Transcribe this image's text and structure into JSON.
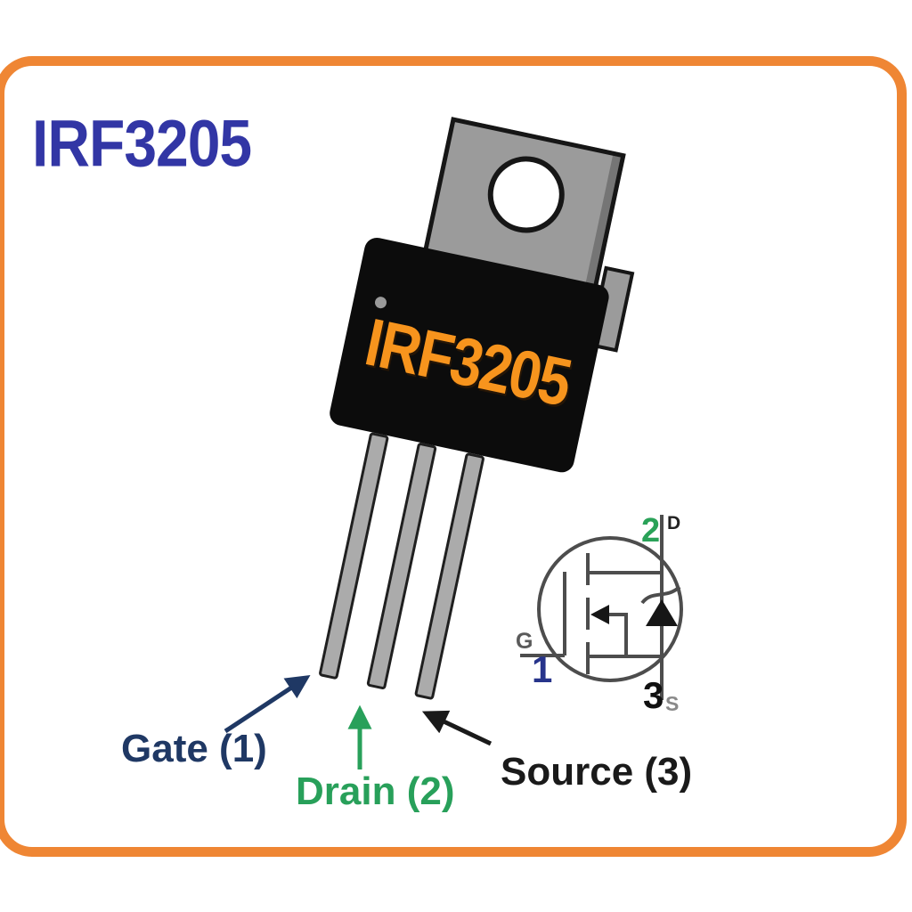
{
  "title": {
    "text": "IRF3205"
  },
  "package": {
    "marking": "IRF3205"
  },
  "labels": {
    "gate": "Gate (1)",
    "drain": "Drain (2)",
    "source": "Source (3)"
  },
  "schematic": {
    "pin1": "1",
    "pin2": "2",
    "pin3": "3",
    "gate_letter": "G",
    "drain_letter": "D",
    "source_letter": "S"
  },
  "theme": {
    "frame_border": "#EF8634",
    "title_color": "#3236A5",
    "navy": "#1F3864",
    "green": "#28A05A",
    "black_label": "#1A1A1A",
    "pin1_color": "#27348B",
    "pin2_color": "#2AA258",
    "pin3_color": "#111111",
    "letter_gray": "#5A5A5A",
    "schematic_stroke": "#4D4D4D",
    "tab_color": "#9B9B9B",
    "tab_edge": "#757575",
    "body_color": "#0C0C0C",
    "marking_color": "#F7941D",
    "lead_color": "#ABABAB",
    "lead_border": "#1F1F1F"
  }
}
